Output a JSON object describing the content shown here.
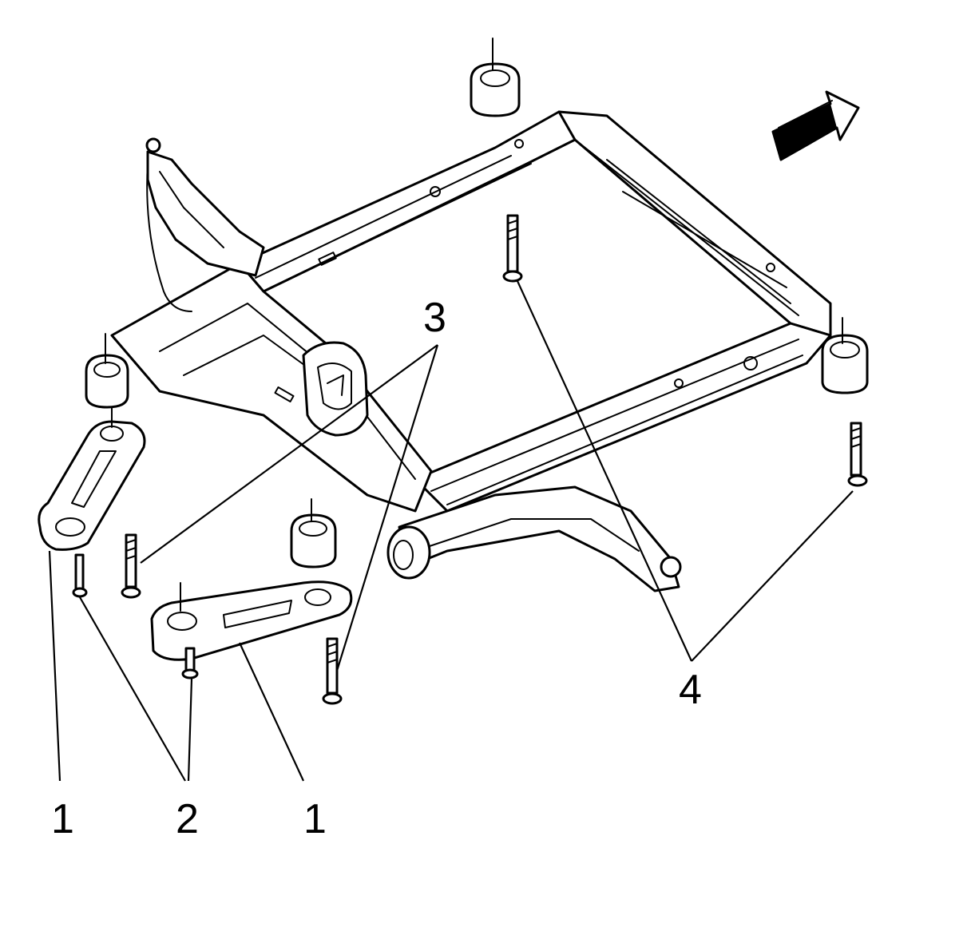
{
  "callouts": {
    "c1_left": "1",
    "c2": "2",
    "c1_right": "1",
    "c3": "3",
    "c4": "4"
  },
  "icons": {
    "direction_arrow": "forward-arrow-icon"
  }
}
